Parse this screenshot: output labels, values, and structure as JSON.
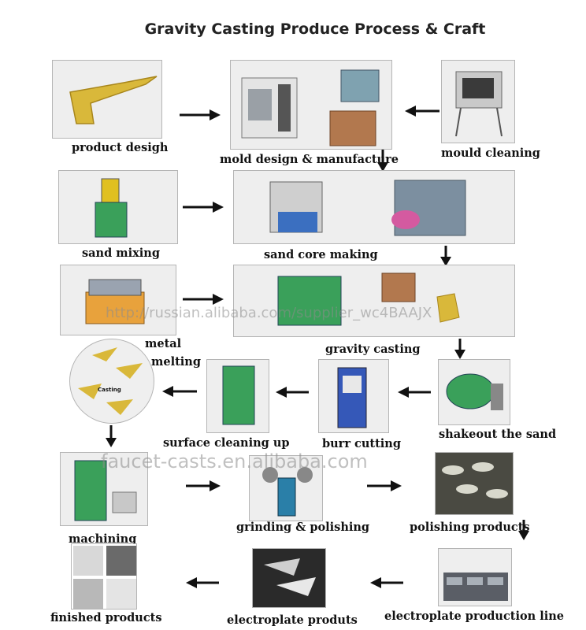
{
  "title": "Gravity Casting Produce Process & Craft",
  "steps": {
    "product_design": "product desigh",
    "mold_design": "mold design & manufacture",
    "mould_cleaning": "mould cleaning",
    "sand_mixing": "sand mixing",
    "sand_core": "sand   core   making",
    "metal": "metal",
    "melting": "melting",
    "gravity_casting": "gravity casting",
    "shakeout": "shakeout the sand",
    "surface_cleaning": "surface cleaning up",
    "burr_cutting": "burr cutting",
    "machining": "machining",
    "grinding": "grinding & polishing",
    "polishing_products": "polishing products",
    "finished": "finished products",
    "electroplate_produts": "electroplate produts",
    "electroplate_line": "electroplate production line"
  },
  "circle_text": "Casting",
  "watermarks": {
    "url": "http://russian.alibaba.com/supplier_wc4BAAJX",
    "site": "faucet-casts.en.alibaba.com"
  }
}
